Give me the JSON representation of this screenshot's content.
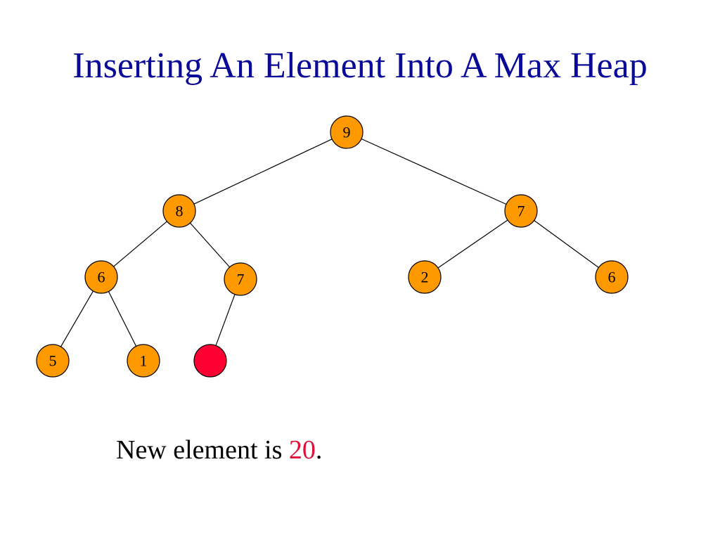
{
  "slide": {
    "title": "Inserting An Element Into A Max Heap",
    "caption": {
      "prefix": "New element is ",
      "value": "20",
      "suffix": "."
    }
  },
  "colors": {
    "title": "#0a0a99",
    "node_fill": "#ff9900",
    "new_node_fill": "#ff0033",
    "highlight_text": "#e0103c",
    "edge": "#000000"
  },
  "heap": {
    "nodes": [
      {
        "id": "n9",
        "label": "9"
      },
      {
        "id": "n8",
        "label": "8"
      },
      {
        "id": "n7a",
        "label": "7"
      },
      {
        "id": "n6a",
        "label": "6"
      },
      {
        "id": "n7b",
        "label": "7"
      },
      {
        "id": "n2",
        "label": "2"
      },
      {
        "id": "n6b",
        "label": "6"
      },
      {
        "id": "n5",
        "label": "5"
      },
      {
        "id": "n1",
        "label": "1"
      },
      {
        "id": "nnew",
        "label": "",
        "is_new": true
      }
    ],
    "edges": [
      [
        "n9",
        "n8"
      ],
      [
        "n9",
        "n7a"
      ],
      [
        "n8",
        "n6a"
      ],
      [
        "n8",
        "n7b"
      ],
      [
        "n7a",
        "n2"
      ],
      [
        "n7a",
        "n6b"
      ],
      [
        "n6a",
        "n5"
      ],
      [
        "n6a",
        "n1"
      ],
      [
        "n7b",
        "nnew"
      ]
    ]
  }
}
